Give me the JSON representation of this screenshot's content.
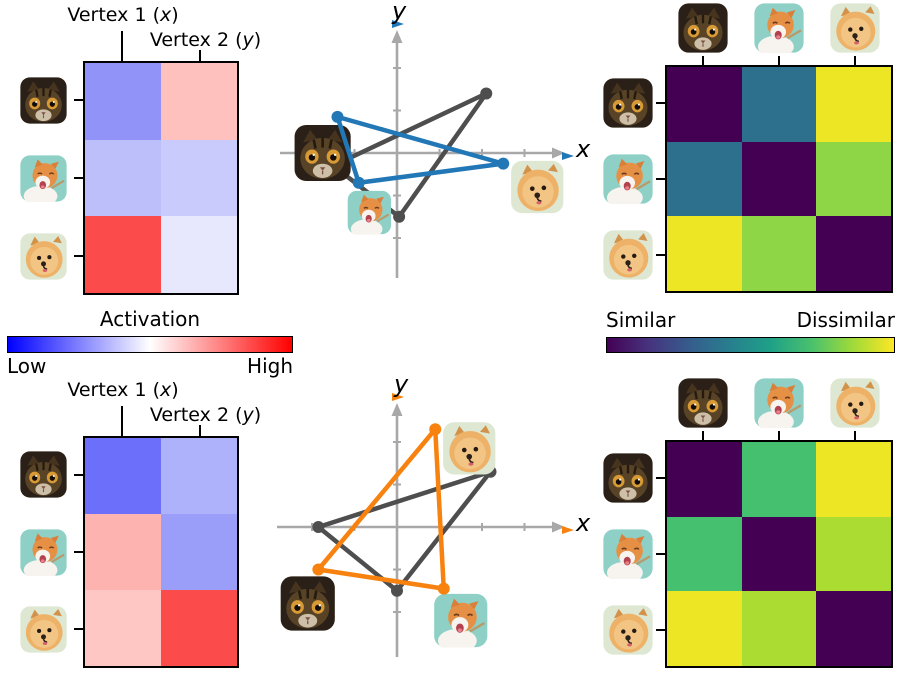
{
  "labels": {
    "vertex1_prefix": "Vertex 1 (",
    "vertex1_var": "x",
    "vertex1_suffix": ")",
    "vertex2_prefix": "Vertex 2 (",
    "vertex2_var": "y",
    "vertex2_suffix": ")",
    "axis_x": "x",
    "axis_y": "y"
  },
  "colorbars": {
    "activation": {
      "title": "Activation",
      "left": "Low",
      "right": "High",
      "cmap": [
        "#0000ff",
        "#8080ff",
        "#ffffff",
        "#ff8080",
        "#ff0000"
      ]
    },
    "similarity": {
      "left": "Similar",
      "right": "Dissimilar",
      "cmap": [
        "#440154",
        "#46327e",
        "#365c8d",
        "#277f8e",
        "#1fa187",
        "#4ac16d",
        "#a0da39",
        "#fde725"
      ]
    }
  },
  "images": [
    "tabby-cat",
    "orange-white-cat",
    "pomeranian-dog"
  ],
  "chart_data": [
    {
      "id": "activation_top",
      "type": "heatmap",
      "col_titles": [
        "Vertex 1 (x)",
        "Vertex 2 (y)"
      ],
      "rows": [
        "tabby-cat",
        "orange-white-cat",
        "pomeranian-dog"
      ],
      "colormap": "blue-white-red",
      "value_scale": "0=Low 1=High",
      "values": [
        [
          0.28,
          0.72
        ],
        [
          0.37,
          0.41
        ],
        [
          0.86,
          0.45
        ]
      ],
      "cell_colors": [
        [
          "#9193f8",
          "#ffc1be"
        ],
        [
          "#bdbffb",
          "#c9cbfc"
        ],
        [
          "#fb4b4b",
          "#e7e7fd"
        ]
      ]
    },
    {
      "id": "embedding_top",
      "type": "scatter",
      "xlabel": "x",
      "ylabel": "y",
      "xrange": [
        -2.75,
        3.95
      ],
      "yrange": [
        -2.95,
        2.9
      ],
      "gray_color": "#4e4e4e",
      "gray_triangle": [
        [
          2.1,
          1.4
        ],
        [
          -1.5,
          -0.3
        ],
        [
          0.05,
          -1.5
        ]
      ],
      "accent_color": "#2277b6",
      "accent_triangle": [
        [
          -1.4,
          0.85
        ],
        [
          2.5,
          -0.25
        ],
        [
          -0.9,
          -0.7
        ]
      ],
      "images": [
        {
          "name": "tabby-cat",
          "x": -1.75,
          "y": 0.0,
          "size": 57
        },
        {
          "name": "orange-white-cat",
          "x": -0.65,
          "y": -1.4,
          "size": 44
        },
        {
          "name": "pomeranian-dog",
          "x": 3.3,
          "y": -0.8,
          "size": 53
        }
      ]
    },
    {
      "id": "dissimilarity_top",
      "type": "heatmap",
      "rows": [
        "tabby-cat",
        "orange-white-cat",
        "pomeranian-dog"
      ],
      "cols": [
        "tabby-cat",
        "orange-white-cat",
        "pomeranian-dog"
      ],
      "colormap": "viridis",
      "value_scale": "0=Similar 1=Dissimilar",
      "values": [
        [
          0,
          0.45,
          0.97
        ],
        [
          0.45,
          0,
          0.78
        ],
        [
          0.97,
          0.78,
          0
        ]
      ],
      "cell_colors": [
        [
          "#440154",
          "#2d708e",
          "#ece625"
        ],
        [
          "#2d708e",
          "#440154",
          "#8ed645"
        ],
        [
          "#ece625",
          "#8ed645",
          "#440154"
        ]
      ]
    },
    {
      "id": "activation_bottom",
      "type": "heatmap",
      "col_titles": [
        "Vertex 1 (x)",
        "Vertex 2 (y)"
      ],
      "rows": [
        "tabby-cat",
        "orange-white-cat",
        "pomeranian-dog"
      ],
      "colormap": "blue-white-red",
      "value_scale": "0=Low 1=High",
      "values": [
        [
          0.18,
          0.34
        ],
        [
          0.68,
          0.3
        ],
        [
          0.62,
          0.86
        ]
      ],
      "cell_colors": [
        [
          "#6c6ffa",
          "#aeb2fb"
        ],
        [
          "#fdb3b0",
          "#9b9ef9"
        ],
        [
          "#fec7c4",
          "#fb4b4b"
        ]
      ]
    },
    {
      "id": "embedding_bottom",
      "type": "scatter",
      "xlabel": "x",
      "ylabel": "y",
      "xrange": [
        -2.85,
        3.95
      ],
      "yrange": [
        -3.05,
        2.9
      ],
      "gray_color": "#4e4e4e",
      "gray_triangle": [
        [
          -1.85,
          0.0
        ],
        [
          0.0,
          -1.5
        ],
        [
          2.2,
          1.3
        ]
      ],
      "accent_color": "#f8820f",
      "accent_triangle": [
        [
          0.9,
          2.3
        ],
        [
          -1.85,
          -1.0
        ],
        [
          1.1,
          -1.45
        ]
      ],
      "images": [
        {
          "name": "pomeranian-dog",
          "x": 1.7,
          "y": 1.85,
          "size": 53
        },
        {
          "name": "tabby-cat",
          "x": -2.1,
          "y": -1.8,
          "size": 55
        },
        {
          "name": "orange-white-cat",
          "x": 1.5,
          "y": -2.2,
          "size": 54
        }
      ]
    },
    {
      "id": "dissimilarity_bottom",
      "type": "heatmap",
      "rows": [
        "tabby-cat",
        "orange-white-cat",
        "pomeranian-dog"
      ],
      "cols": [
        "tabby-cat",
        "orange-white-cat",
        "pomeranian-dog"
      ],
      "colormap": "viridis",
      "value_scale": "0=Similar 1=Dissimilar",
      "values": [
        [
          0,
          0.62,
          0.97
        ],
        [
          0.62,
          0,
          0.82
        ],
        [
          0.97,
          0.82,
          0
        ]
      ],
      "cell_colors": [
        [
          "#440154",
          "#45c06f",
          "#ece625"
        ],
        [
          "#45c06f",
          "#440154",
          "#abdc32"
        ],
        [
          "#ece625",
          "#abdc32",
          "#440154"
        ]
      ]
    }
  ]
}
